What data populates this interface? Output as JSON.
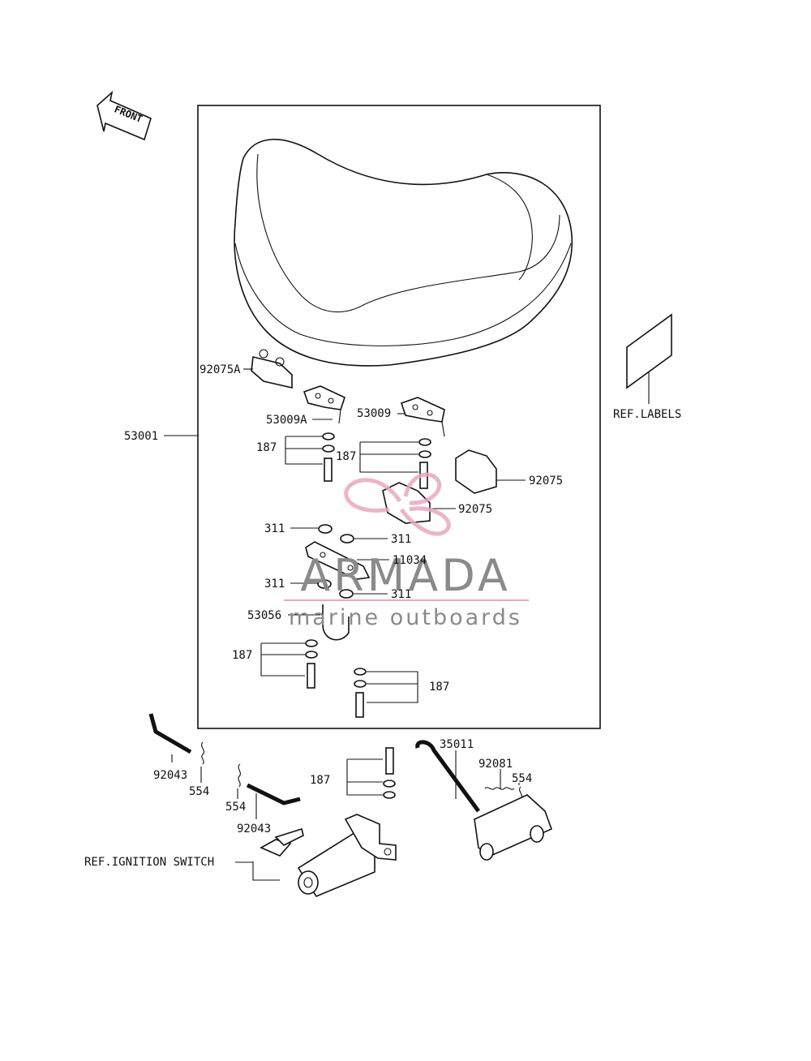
{
  "front_arrow_label": "FRONT",
  "watermark": {
    "brand": "ARMADA",
    "tagline": "marine outboards",
    "pink": "#e8a7c0",
    "gray": "#8a8a8a"
  },
  "parts": {
    "p92075A": "92075A",
    "p53001": "53001",
    "p53009A": "53009A",
    "p53009": "53009",
    "p187_a": "187",
    "p187_b": "187",
    "p92075_a": "92075",
    "p92075_b": "92075",
    "p311_a": "311",
    "p311_b": "311",
    "p11034": "11034",
    "p311_c": "311",
    "p311_d": "311",
    "p53056": "53056",
    "p187_c": "187",
    "p187_d": "187",
    "p92043_a": "92043",
    "p554_a": "554",
    "p187_e": "187",
    "p554_b": "554",
    "p92043_b": "92043",
    "p35011": "35011",
    "p92081": "92081",
    "p554_c": "554"
  },
  "refs": {
    "labels": "REF.LABELS",
    "ignition": "REF.IGNITION SWITCH"
  }
}
